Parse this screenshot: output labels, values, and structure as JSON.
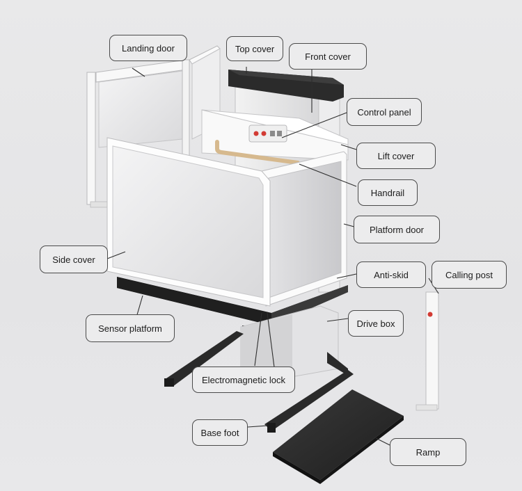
{
  "diagram": {
    "product": "vertical platform lift",
    "labels": {
      "landing_door": "Landing door",
      "top_cover": "Top cover",
      "front_cover": "Front cover",
      "control_panel": "Control panel",
      "lift_cover": "Lift cover",
      "handrail": "Handrail",
      "platform_door": "Platform door",
      "side_cover": "Side cover",
      "anti_skid": "Anti-skid",
      "calling_post": "Calling post",
      "sensor_platform": "Sensor platform",
      "drive_box": "Drive box",
      "electromagnetic_lock": "Electromagnetic lock",
      "base_foot": "Base foot",
      "ramp": "Ramp"
    },
    "colors": {
      "background": "#e7e7e9",
      "panel_white": "#fbfbfb",
      "panel_gray": "#d8d8da",
      "frame_dark": "#2a2a2a",
      "handrail": "#d6b98e",
      "button_red": "#d23b34",
      "callout_border": "#4a4a4a",
      "leader_line": "#2e2e2e"
    }
  }
}
